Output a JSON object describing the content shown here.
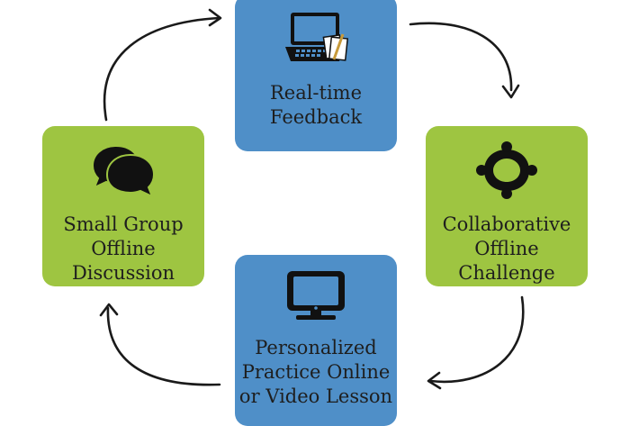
{
  "cycle": {
    "steps": [
      {
        "label": "Real-time\nFeedback",
        "icon": "laptop-papers-icon",
        "color": "#4f8fc8"
      },
      {
        "label": "Collaborative\nOffline\nChallenge",
        "icon": "group-collaboration-icon",
        "color": "#9ec541"
      },
      {
        "label": "Personalized\nPractice Online\nor Video Lesson",
        "icon": "computer-monitor-icon",
        "color": "#4f8fc8"
      },
      {
        "label": "Small Group\nOffline\nDiscussion",
        "icon": "speech-bubbles-icon",
        "color": "#9ec541"
      }
    ],
    "arrow_color": "#1a1a1a"
  }
}
